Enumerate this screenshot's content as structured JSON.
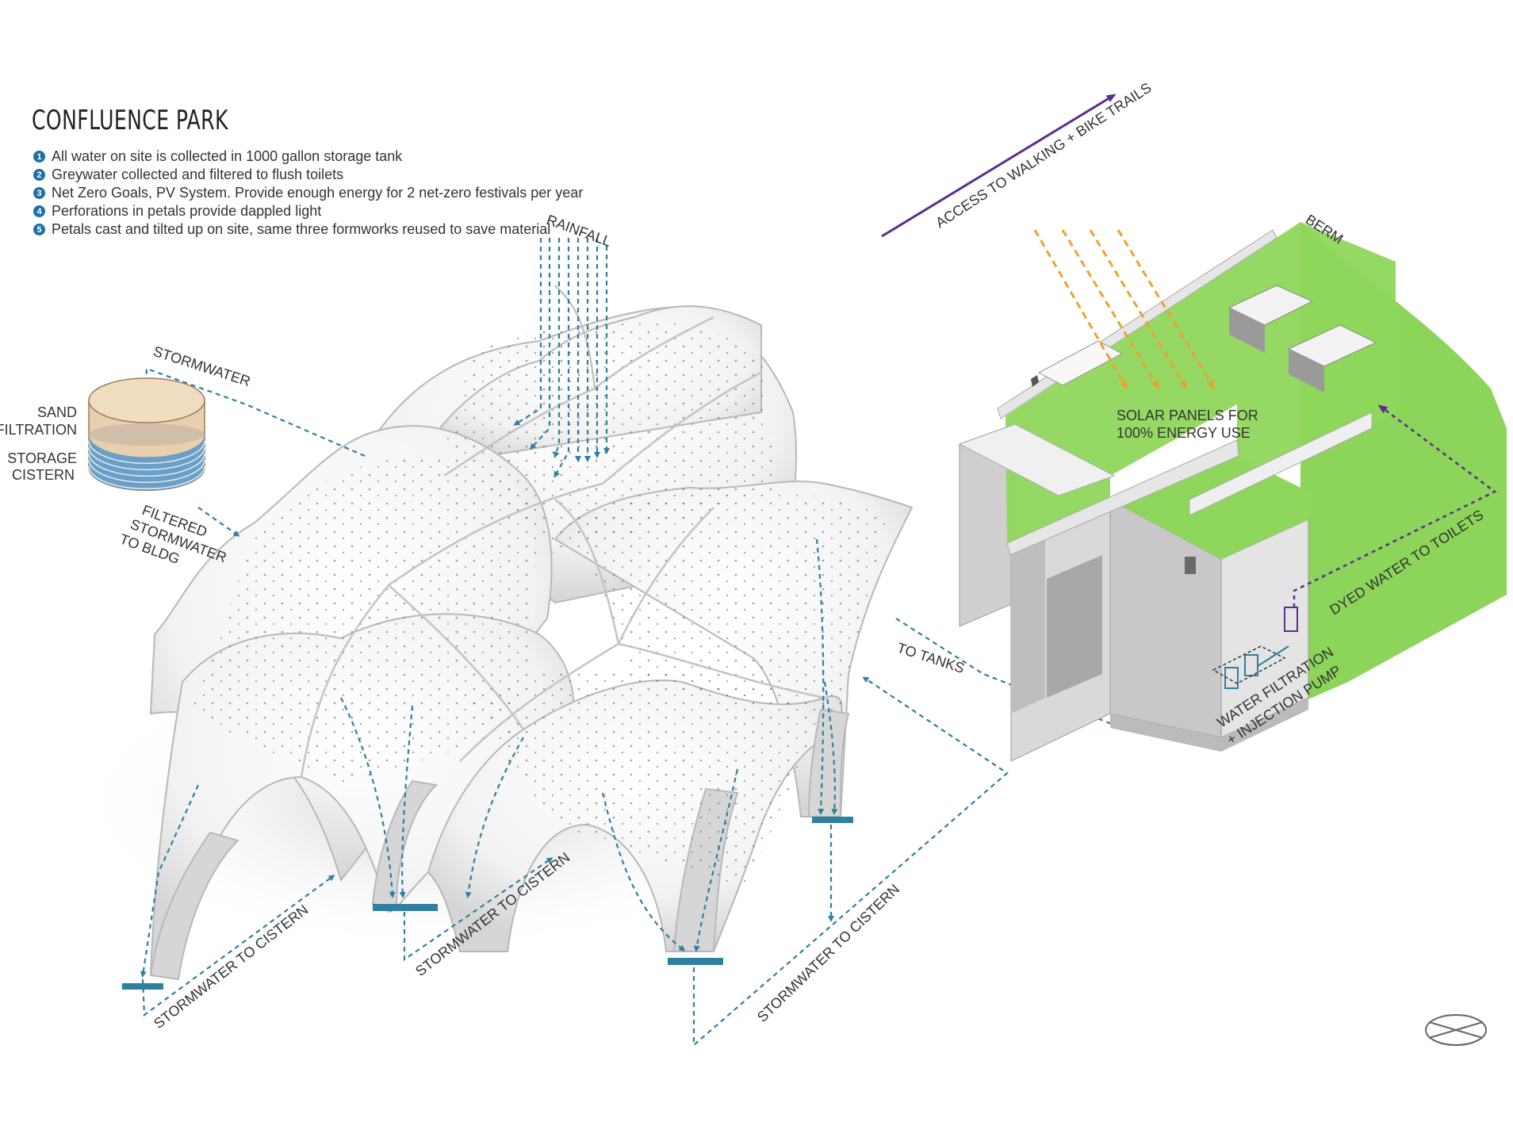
{
  "title": "CONFLUENCE PARK",
  "notes": [
    {
      "num": "1",
      "text": "All water on site is collected in 1000 gallon storage tank"
    },
    {
      "num": "2",
      "text": "Greywater collected and filtered to flush toilets"
    },
    {
      "num": "3",
      "text": "Net Zero Goals, PV System. Provide enough energy for 2 net-zero festivals per year"
    },
    {
      "num": "4",
      "text": "Perforations in petals provide dappled light"
    },
    {
      "num": "5",
      "text": "Petals cast and tilted up on site, same three formworks reused to save material"
    }
  ],
  "labels": {
    "rainfall": "RAINFALL",
    "stormwater": "STORMWATER",
    "sand_filtration_1": "SAND",
    "sand_filtration_2": "FILTRATION",
    "storage_cistern_1": "STORAGE",
    "storage_cistern_2": "CISTERN",
    "filtered_1": "FILTERED",
    "filtered_2": "STORMWATER",
    "filtered_3": "TO BLDG",
    "access_trails": "ACCESS TO WALKING + BIKE TRAILS",
    "berm": "BERM",
    "solar_1": "SOLAR PANELS FOR",
    "solar_2": "100% ENERGY USE",
    "to_tanks": "TO TANKS",
    "dyed_water": "DYED WATER TO TOILETS",
    "water_filtration_1": "WATER FILTRATION",
    "water_filtration_2": "+ INJECTION PUMP",
    "stormwater_cistern_1": "STORMWATER TO CISTERN",
    "stormwater_cistern_2": "STORMWATER TO CISTERN",
    "stormwater_cistern_3": "STORMWATER TO CISTERN"
  },
  "colors": {
    "water": "#2f7fa0",
    "trail": "#5b2d8e",
    "solar": "#f0a030",
    "green_roof": "#8cd45a",
    "number_badge": "#1e6fa8"
  }
}
